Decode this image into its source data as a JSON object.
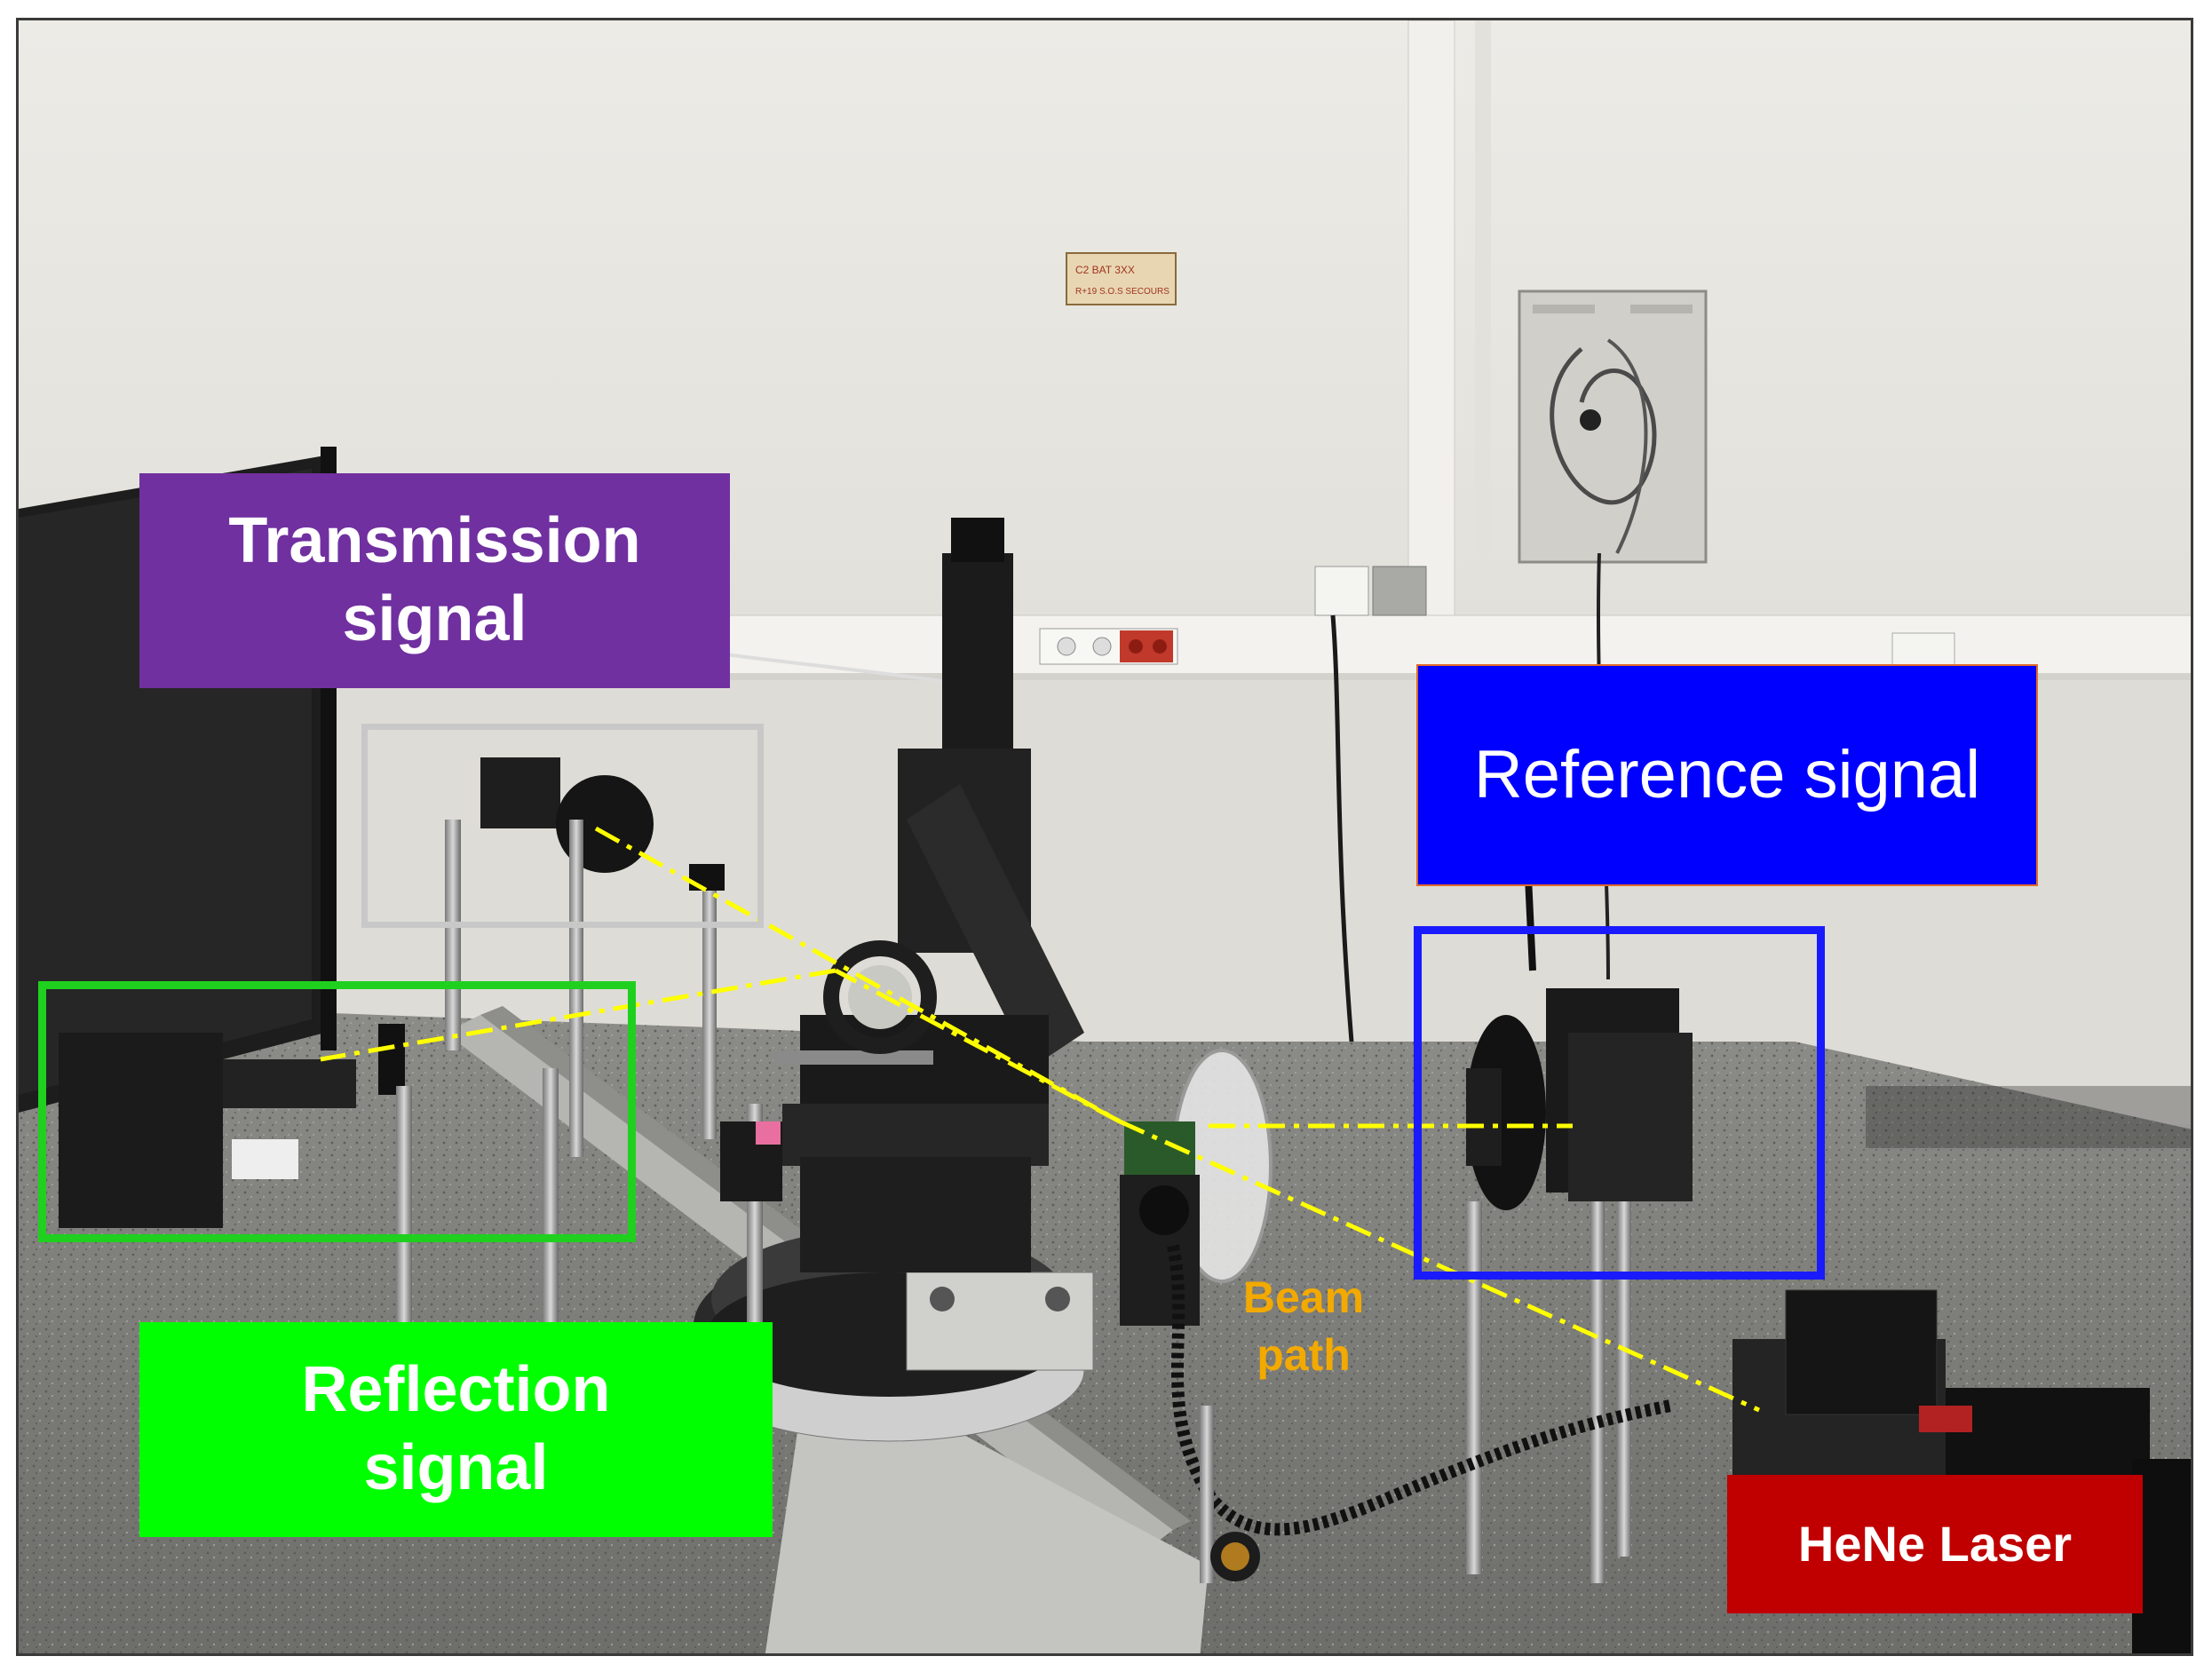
{
  "labels": {
    "transmission": {
      "line1": "Transmission",
      "line2": "signal"
    },
    "reference": {
      "text": "Reference signal"
    },
    "reflection": {
      "line1": "Reflection",
      "line2": "signal"
    },
    "laser": {
      "text": "HeNe Laser"
    },
    "beam": {
      "line1": "Beam",
      "line2": "path"
    }
  },
  "colors": {
    "transmission_box": "#7030a0",
    "reference_box": "#0000ff",
    "reflection_box": "#00ff00",
    "laser_box": "#c00000",
    "beam_line": "#ffff00",
    "beam_label": "#f2a900",
    "transmission_outline": "#c8c8c8",
    "reference_outline": "#1a1aff",
    "reflection_outline": "#1fd01f"
  },
  "scene": {
    "sign_text_line1": "C2 BAT 3XX",
    "sign_text_line2": "R+19 S.O.S SECOURS"
  }
}
